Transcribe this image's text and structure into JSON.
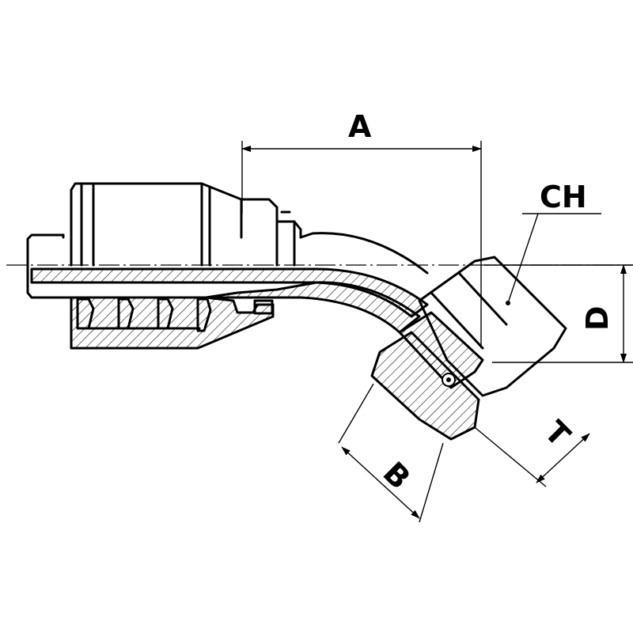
{
  "labels": {
    "A": "A",
    "CH": "CH",
    "D": "D",
    "B": "B",
    "T": "T"
  }
}
